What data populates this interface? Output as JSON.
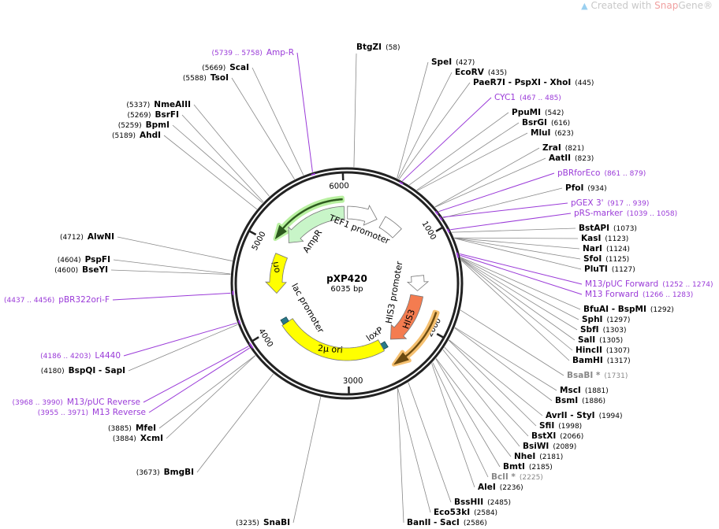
{
  "plasmid": {
    "name": "pXP420",
    "length_label": "6035 bp",
    "length": 6035
  },
  "branding": {
    "prefix": "Created with ",
    "snap": "Snap",
    "gene": "Gene®"
  },
  "ticks": [
    "1000",
    "2000",
    "3000",
    "4000",
    "5000",
    "6000"
  ],
  "features": [
    {
      "label": "AmpR",
      "start": 5113,
      "end": 6000,
      "strand": -1,
      "color": "#c8f5c8"
    },
    {
      "label": "TEF1 promoter",
      "start": 8,
      "end": 420,
      "strand": 1,
      "color": "#ffffff"
    },
    {
      "start": 503,
      "end": 755,
      "strand": 0,
      "color": "#ffffff"
    },
    {
      "label": "HIS3 promoter",
      "start": 1408,
      "end": 1609,
      "strand": 1,
      "color": "#ffffff"
    },
    {
      "label": "HIS3",
      "start": 1676,
      "end": 2380,
      "strand": 1,
      "color": "#f47c50"
    },
    {
      "label": "loxP",
      "start": 2465,
      "end": 2532,
      "strand": 0,
      "color": "#2a7a8a"
    },
    {
      "label": "2μ ori",
      "start": 2532,
      "end": 3973,
      "strand": 0,
      "color": "#ffff00"
    },
    {
      "label": "lac promoter",
      "start": 3973,
      "end": 4040,
      "strand": 0,
      "color": "#2a7a8a"
    },
    {
      "label": "ori",
      "start": 4392,
      "end": 4912,
      "strand": -1,
      "color": "#ffff00"
    }
  ],
  "orfs": [
    {
      "start": 5060,
      "end": 5985,
      "strand": -1,
      "color": "#2d5a1e",
      "glow": "#b8f0a0"
    },
    {
      "start": 1810,
      "end": 2515,
      "strand": 1,
      "color": "#6b4a10",
      "glow": "#f5c070"
    }
  ],
  "sites": [
    {
      "name": "BtgZI",
      "pos": "(58)",
      "at": 58
    },
    {
      "name": "SpeI",
      "pos": "(427)",
      "at": 427
    },
    {
      "name": "EcoRV",
      "pos": "(435)",
      "at": 435
    },
    {
      "name": "PaeR7I  - PspXI  - XhoI",
      "pos": "(445)",
      "at": 445
    },
    {
      "name": "CYC1",
      "pos": "(467 .. 485)",
      "at": 476,
      "type": "primer"
    },
    {
      "name": "PpuMI",
      "pos": "(542)",
      "at": 542
    },
    {
      "name": "BsrGI",
      "pos": "(616)",
      "at": 616
    },
    {
      "name": "MluI",
      "pos": "(623)",
      "at": 623
    },
    {
      "name": "ZraI",
      "pos": "(821)",
      "at": 821
    },
    {
      "name": "AatII",
      "pos": "(823)",
      "at": 823
    },
    {
      "name": "pBRforEco",
      "pos": "(861 .. 879)",
      "at": 870,
      "type": "primer"
    },
    {
      "name": "PfoI",
      "pos": "(934)",
      "at": 934
    },
    {
      "name": "pGEX 3'",
      "pos": "(917 .. 939)",
      "at": 928,
      "type": "primer"
    },
    {
      "name": "pRS-marker",
      "pos": "(1039 .. 1058)",
      "at": 1048,
      "type": "primer"
    },
    {
      "name": "BstAPI",
      "pos": "(1073)",
      "at": 1073
    },
    {
      "name": "KasI",
      "pos": "(1123)",
      "at": 1123
    },
    {
      "name": "NarI",
      "pos": "(1124)",
      "at": 1124
    },
    {
      "name": "SfoI",
      "pos": "(1125)",
      "at": 1125
    },
    {
      "name": "PluTI",
      "pos": "(1127)",
      "at": 1127
    },
    {
      "name": "M13/pUC Forward",
      "pos": "(1252 .. 1274)",
      "at": 1263,
      "type": "primer"
    },
    {
      "name": "M13 Forward",
      "pos": "(1266 .. 1283)",
      "at": 1275,
      "type": "primer"
    },
    {
      "name": "BfuAI  - BspMI",
      "pos": "(1292)",
      "at": 1292
    },
    {
      "name": "SphI",
      "pos": "(1297)",
      "at": 1297
    },
    {
      "name": "SbfI",
      "pos": "(1303)",
      "at": 1303
    },
    {
      "name": "SalI",
      "pos": "(1305)",
      "at": 1305
    },
    {
      "name": "HincII",
      "pos": "(1307)",
      "at": 1307
    },
    {
      "name": "BamHI",
      "pos": "(1317)",
      "at": 1317
    },
    {
      "name": "BsaBI *",
      "pos": "(1731)",
      "at": 1731,
      "type": "gray"
    },
    {
      "name": "MscI",
      "pos": "(1881)",
      "at": 1881
    },
    {
      "name": "BsmI",
      "pos": "(1886)",
      "at": 1886
    },
    {
      "name": "AvrII  - StyI",
      "pos": "(1994)",
      "at": 1994
    },
    {
      "name": "SfiI",
      "pos": "(1998)",
      "at": 1998
    },
    {
      "name": "BstXI",
      "pos": "(2066)",
      "at": 2066
    },
    {
      "name": "BsiWI",
      "pos": "(2089)",
      "at": 2089
    },
    {
      "name": "NheI",
      "pos": "(2181)",
      "at": 2181
    },
    {
      "name": "BmtI",
      "pos": "(2185)",
      "at": 2185
    },
    {
      "name": "BclI *",
      "pos": "(2225)",
      "at": 2225,
      "type": "gray"
    },
    {
      "name": "AleI",
      "pos": "(2236)",
      "at": 2236
    },
    {
      "name": "BssHII",
      "pos": "(2485)",
      "at": 2485
    },
    {
      "name": "Eco53kI",
      "pos": "(2584)",
      "at": 2584
    },
    {
      "name": "BanII  - SacI",
      "pos": "(2586)",
      "at": 2586
    },
    {
      "name": "SnaBI",
      "pos": "(3235)",
      "at": 3235
    },
    {
      "name": "BmgBI",
      "pos": "(3673)",
      "at": 3673
    },
    {
      "name": "XcmI",
      "pos": "(3884)",
      "at": 3884
    },
    {
      "name": "MfeI",
      "pos": "(3885)",
      "at": 3885
    },
    {
      "name": "M13 Reverse",
      "pos": "(3955 .. 3971)",
      "at": 3963,
      "type": "primer"
    },
    {
      "name": "M13/pUC Reverse",
      "pos": "(3968 .. 3990)",
      "at": 3979,
      "type": "primer"
    },
    {
      "name": "BspQI  - SapI",
      "pos": "(4180)",
      "at": 4180
    },
    {
      "name": "L4440",
      "pos": "(4186 .. 4203)",
      "at": 4194,
      "type": "primer"
    },
    {
      "name": "pBR322ori-F",
      "pos": "(4437 .. 4456)",
      "at": 4446,
      "type": "primer"
    },
    {
      "name": "BseYI",
      "pos": "(4600)",
      "at": 4600
    },
    {
      "name": "PspFI",
      "pos": "(4604)",
      "at": 4604
    },
    {
      "name": "AlwNI",
      "pos": "(4712)",
      "at": 4712
    },
    {
      "name": "AhdI",
      "pos": "(5189)",
      "at": 5189
    },
    {
      "name": "BpmI",
      "pos": "(5259)",
      "at": 5259
    },
    {
      "name": "BsrFI",
      "pos": "(5269)",
      "at": 5269
    },
    {
      "name": "NmeAIII",
      "pos": "(5337)",
      "at": 5337
    },
    {
      "name": "TsoI",
      "pos": "(5588)",
      "at": 5588
    },
    {
      "name": "ScaI",
      "pos": "(5669)",
      "at": 5669
    },
    {
      "name": "Amp-R",
      "pos": "(5739 .. 5758)",
      "at": 5748,
      "type": "primer"
    }
  ]
}
